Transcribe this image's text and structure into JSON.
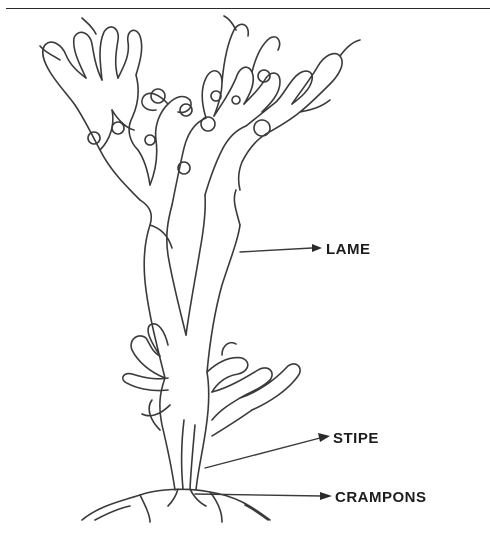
{
  "diagram": {
    "labels": {
      "lame": "LAME",
      "stipe": "STIPE",
      "crampons": "CRAMPONS"
    }
  }
}
